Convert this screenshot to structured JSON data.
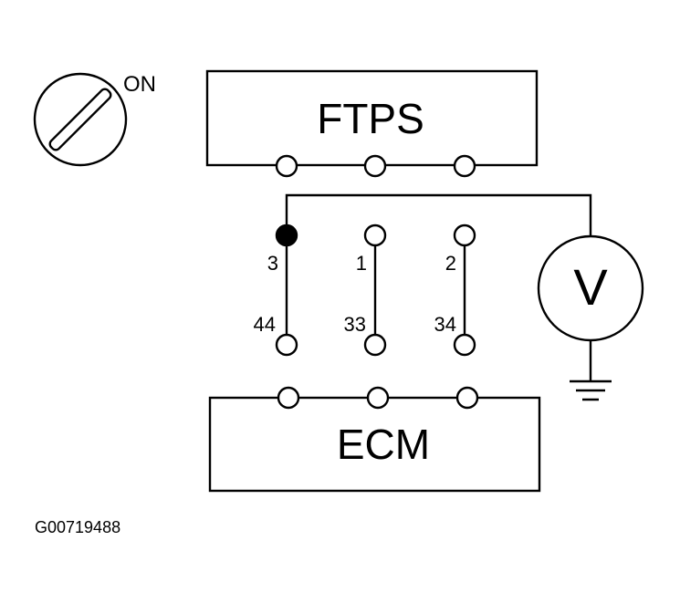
{
  "switch": {
    "label": "ON"
  },
  "sensor": {
    "label": "FTPS"
  },
  "ecm": {
    "label": "ECM"
  },
  "meter": {
    "label": "V"
  },
  "wires": [
    {
      "connector_pin": "3",
      "ecm_pin": "44"
    },
    {
      "connector_pin": "1",
      "ecm_pin": "33"
    },
    {
      "connector_pin": "2",
      "ecm_pin": "34"
    }
  ],
  "figure_id": "G00719488"
}
